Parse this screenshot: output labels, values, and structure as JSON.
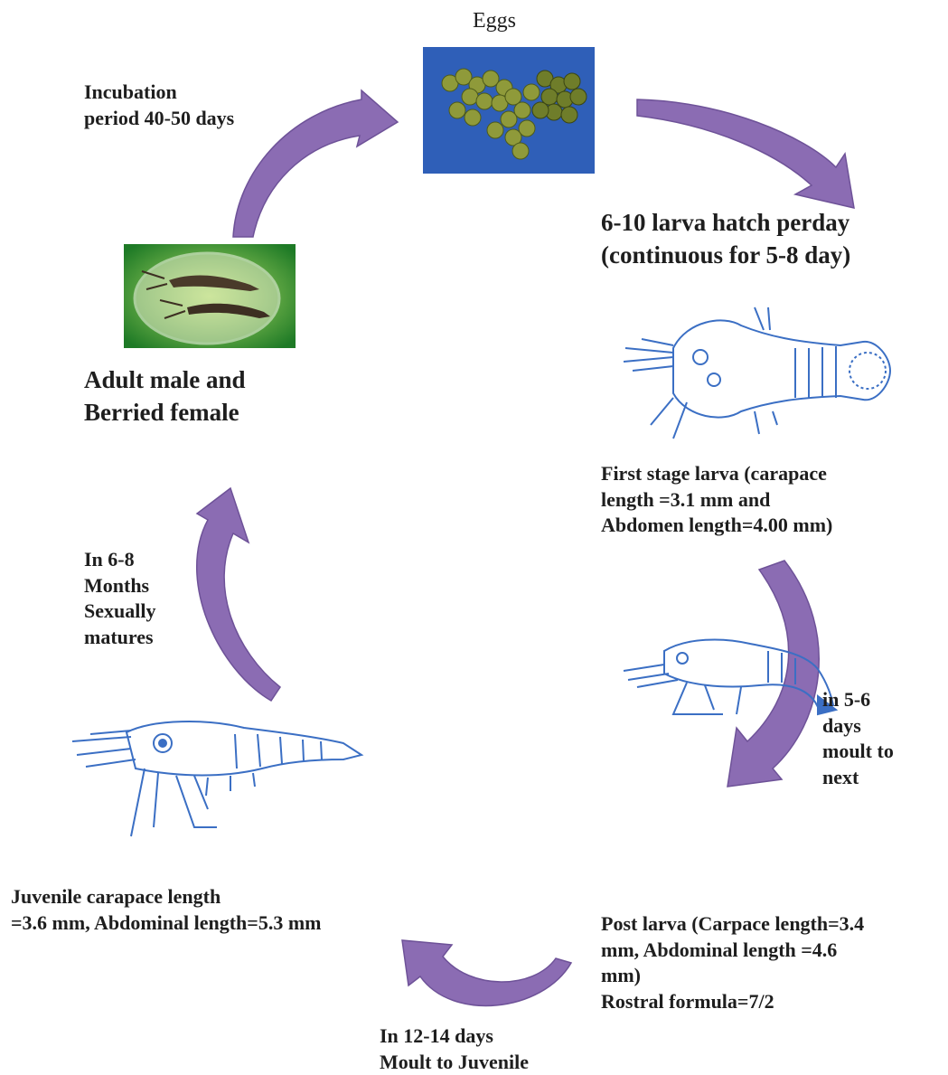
{
  "labels": {
    "eggs": "Eggs",
    "incubation": "Incubation\nperiod  40-50  days",
    "hatch": "6-10 larva hatch perday\n(continuous for 5-8 day)",
    "adult": "Adult male and\nBerried female",
    "first_stage": "First stage larva (carapace\n length =3.1 mm and\nAbdomen length=4.00 mm)",
    "maturity": "In 6-8\nMonths\nSexually\nmatures",
    "moult_next": "in 5-6\ndays\nmoult        to\nnext",
    "juvenile": "Juvenile carapace length\n=3.6 mm, Abdominal length=5.3 mm",
    "post_larva": "Post  larva  (Carpace  length=3.4\nmm,   Abdominal   length  =4.6\nmm)\nRostral formula=7/2",
    "moult_juvenile": "In 12-14 days\nMoult to Juvenile"
  },
  "images": {
    "eggs": "eggs-photo",
    "adult": "adult-prawns-photo",
    "first_stage_larva": "first-stage-larva-drawing",
    "post_larva": "post-larva-drawing",
    "juvenile": "juvenile-prawn-drawing"
  },
  "colors": {
    "arrow": "#8b6cb3",
    "arrow_edge": "#6e5298",
    "line_art": "#3b6fc4",
    "egg_bg": "#2f5fb8",
    "adult_bg": "#2f9a3a"
  }
}
